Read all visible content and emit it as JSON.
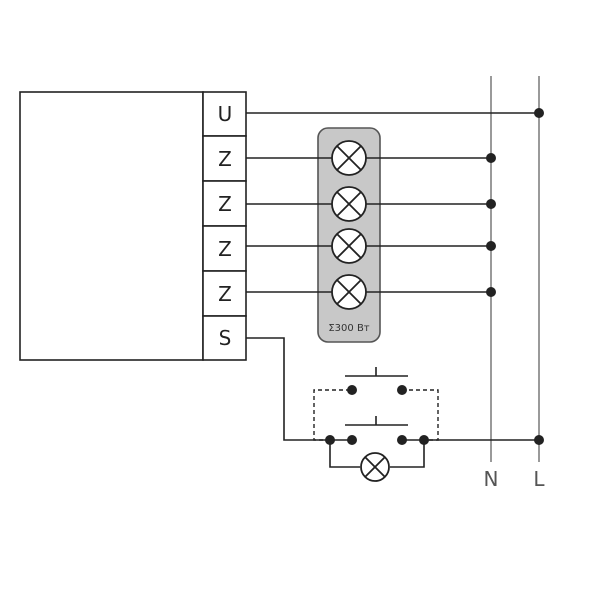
{
  "diagram": {
    "terminals": [
      "U",
      "Z",
      "Z",
      "Z",
      "Z",
      "S"
    ],
    "load_label": "Σ300 Вт",
    "rails": {
      "neutral": "N",
      "line": "L"
    }
  }
}
